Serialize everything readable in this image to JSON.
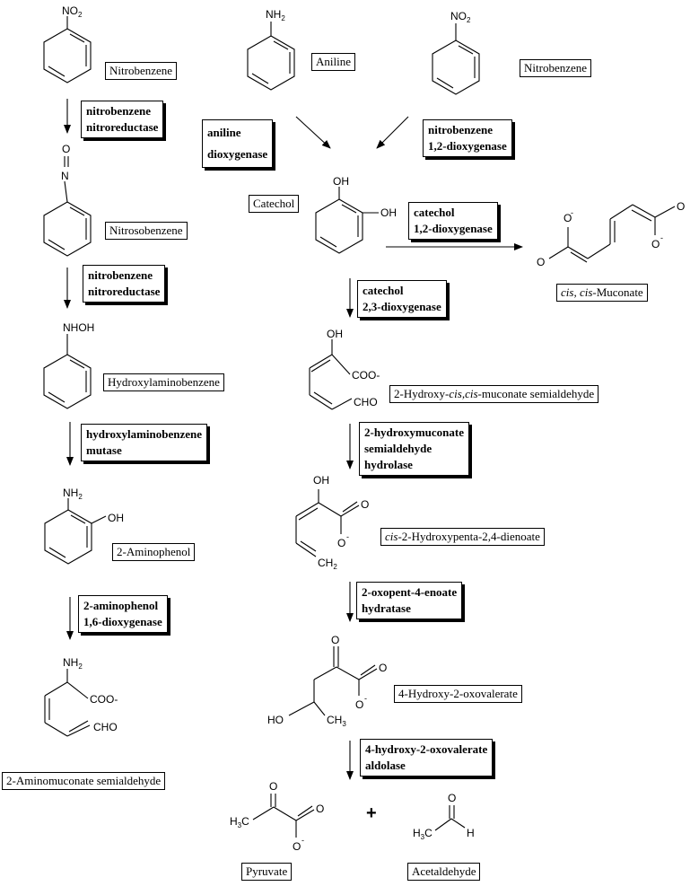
{
  "compounds": {
    "nitrobenzene_left": "Nitrobenzene",
    "aniline": "Aniline",
    "nitrobenzene_right": "Nitrobenzene",
    "nitrosobenzene": "Nitrosobenzene",
    "catechol": "Catechol",
    "cis_muconate_italic": "cis, cis",
    "cis_muconate_rest": "-Muconate",
    "hydroxylaminobenzene": "Hydroxylaminobenzene",
    "hms_pre": "2-Hydroxy-",
    "hms_italic": "cis,cis",
    "hms_post": "-muconate semialdehyde",
    "aminophenol": "2-Aminophenol",
    "hpd_italic": "cis",
    "hpd_rest": "-2-Hydroxypenta-2,4-dienoate",
    "hydroxyoxovalerate": "4-Hydroxy-2-oxovalerate",
    "aminomuconate": "2-Aminomuconate semialdehyde",
    "pyruvate": "Pyruvate",
    "acetaldehyde": "Acetaldehyde"
  },
  "enzymes": {
    "nitroreductase1": [
      "nitrobenzene",
      "nitroreductase"
    ],
    "aniline_dioxygenase": [
      "aniline",
      "dioxygenase"
    ],
    "nitrobenzene_dioxygenase": [
      "nitrobenzene",
      "1,2-dioxygenase"
    ],
    "catechol_12": [
      "catechol",
      "1,2-dioxygenase"
    ],
    "nitroreductase2": [
      "nitrobenzene",
      "nitroreductase"
    ],
    "catechol_23": [
      "catechol",
      "2,3-dioxygenase"
    ],
    "mutase": [
      "hydroxylaminobenzene",
      "mutase"
    ],
    "hms_hydrolase": [
      "2-hydroxymuconate",
      "semialdehyde",
      "hydrolase"
    ],
    "aminophenol_dioxygenase": [
      "2-aminophenol",
      "1,6-dioxygenase"
    ],
    "hydratase": [
      "2-oxopent-4-enoate",
      "hydratase"
    ],
    "aldolase": [
      "4-hydroxy-2-oxovalerate",
      "aldolase"
    ]
  },
  "atoms": {
    "no2": "NO2",
    "nh2": "NH2",
    "oh": "OH",
    "o": "O",
    "nhoh": "NHOH",
    "o_minus": "O-",
    "coo": "COO-",
    "cho": "CHO",
    "ch2": "CH2",
    "ho": "HO",
    "ch3": "CH3",
    "h3c": "H3C",
    "h": "H"
  },
  "plus_sign": "+"
}
